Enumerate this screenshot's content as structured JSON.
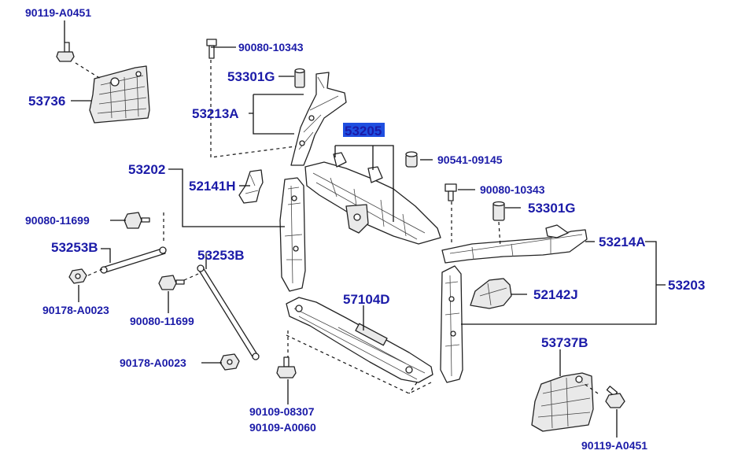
{
  "labels": {
    "p90119_a0451_top": "90119-A0451",
    "p53736": "53736",
    "p90080_10343_top": "90080-10343",
    "p53301g_top": "53301G",
    "p53213a": "53213A",
    "p53202": "53202",
    "p53205": "53205",
    "p90541_09145": "90541-09145",
    "p52141h": "52141H",
    "p90080_10343_right": "90080-10343",
    "p53301g_right": "53301G",
    "p53214a": "53214A",
    "p53203": "53203",
    "p90080_11699_left": "90080-11699",
    "p53253b_left": "53253B",
    "p53253b_mid": "53253B",
    "p90178_a0023_left": "90178-A0023",
    "p90080_11699_mid": "90080-11699",
    "p57104d": "57104D",
    "p52142j": "52142J",
    "p53737b": "53737B",
    "p90178_a0023_mid": "90178-A0023",
    "p90109_08307": "90109-08307",
    "p90109_a0060": "90109-A0060",
    "p90119_a0451_bottom": "90119-A0451"
  },
  "highlight": {
    "part_number": "53205",
    "color": "#1f4fe0"
  },
  "colors": {
    "label": "#1b1ba8",
    "line": "#111111"
  }
}
